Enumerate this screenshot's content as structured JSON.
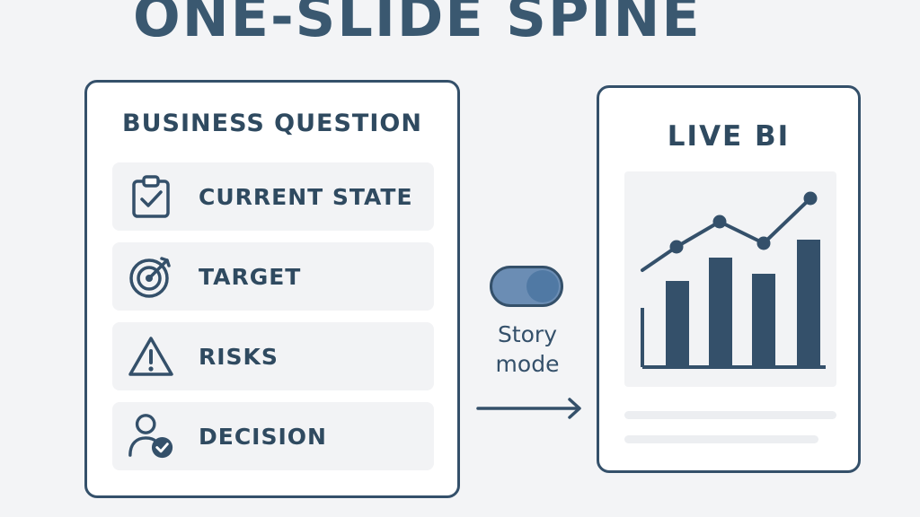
{
  "title": "ONE-SLIDE SPINE",
  "left_panel": {
    "heading": "BUSINESS QUESTION",
    "items": [
      {
        "label": "CURRENT STATE",
        "icon": "clipboard-check-icon"
      },
      {
        "label": "TARGET",
        "icon": "target-icon"
      },
      {
        "label": "RISKS",
        "icon": "warning-icon"
      },
      {
        "label": "DECISION",
        "icon": "user-check-icon"
      }
    ]
  },
  "toggle": {
    "label_line1": "Story",
    "label_line2": "mode",
    "state": "on"
  },
  "right_panel": {
    "heading": "LIVE BI",
    "chart_icon": "bar-line-chart-icon"
  },
  "colors": {
    "primary": "#34506a",
    "title": "#3a5870",
    "toggle_fill": "#6b8db4",
    "panel_bg": "#ffffff",
    "row_bg": "#f2f3f5",
    "page_bg": "#f3f4f6"
  }
}
